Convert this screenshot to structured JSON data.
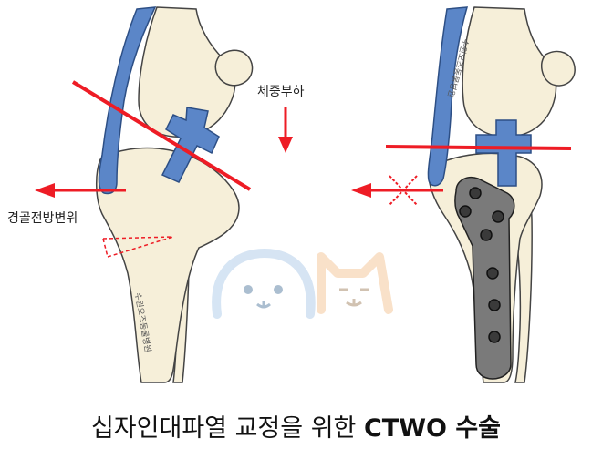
{
  "labels": {
    "weight_bearing": "체중부하",
    "tibial_cranial_shift": "경골전방변위"
  },
  "caption": {
    "prefix": "십자인대파열 교정을 위한 ",
    "emphasis": "CTWO 수술"
  },
  "bone_text": "수원오즈동물병원",
  "colors": {
    "bone_fill": "#f6efd9",
    "bone_stroke": "#444444",
    "ligament_blue": "#5b86c8",
    "arrow_red": "#ee1c25",
    "plate": "#7a7a7a",
    "watermark_blue": "#cfe0f2",
    "watermark_orange": "#f8dcc0"
  }
}
